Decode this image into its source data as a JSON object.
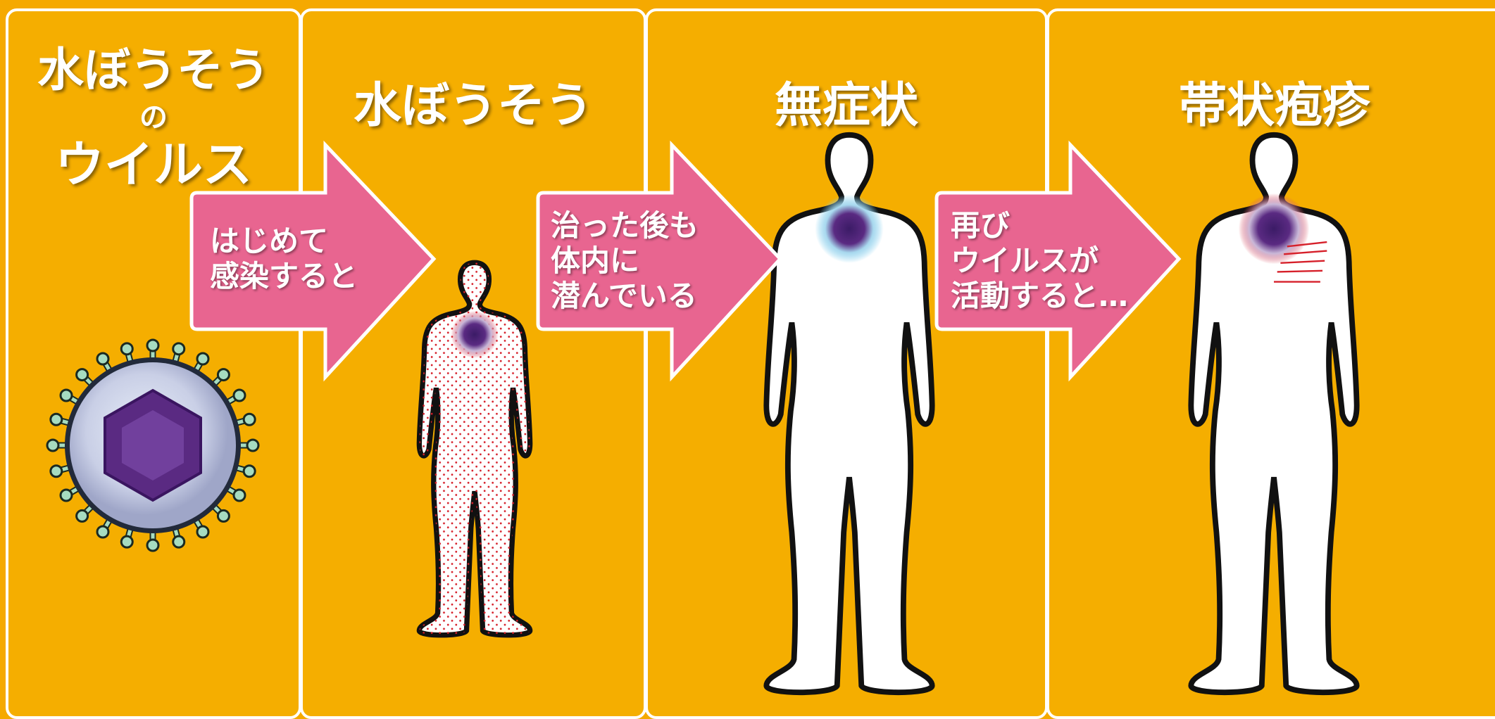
{
  "panels": {
    "virus": {
      "title_line1": "水ぼうそう",
      "title_line2": "の",
      "title_line3": "ウイルス"
    },
    "chickenpox": {
      "title": "水ぼうそう"
    },
    "asymptomatic": {
      "title": "無症状"
    },
    "shingles": {
      "title": "帯状疱疹"
    }
  },
  "arrows": [
    {
      "lines": [
        "はじめて",
        "感染すると"
      ]
    },
    {
      "lines": [
        "治った後も",
        "体内に",
        "潜んでいる"
      ]
    },
    {
      "lines": [
        "再び",
        "ウイルスが",
        "活動すると…"
      ]
    }
  ],
  "colors": {
    "background": "#f5ae00",
    "arrow": "#e86590",
    "rash_dots": "#d6202a",
    "virus_core": "#5a2a82",
    "virus_spikes": "#a6dcc0"
  },
  "icons": [
    "varicella-virus-icon",
    "human-figure-icon",
    "rash-lines-icon"
  ]
}
